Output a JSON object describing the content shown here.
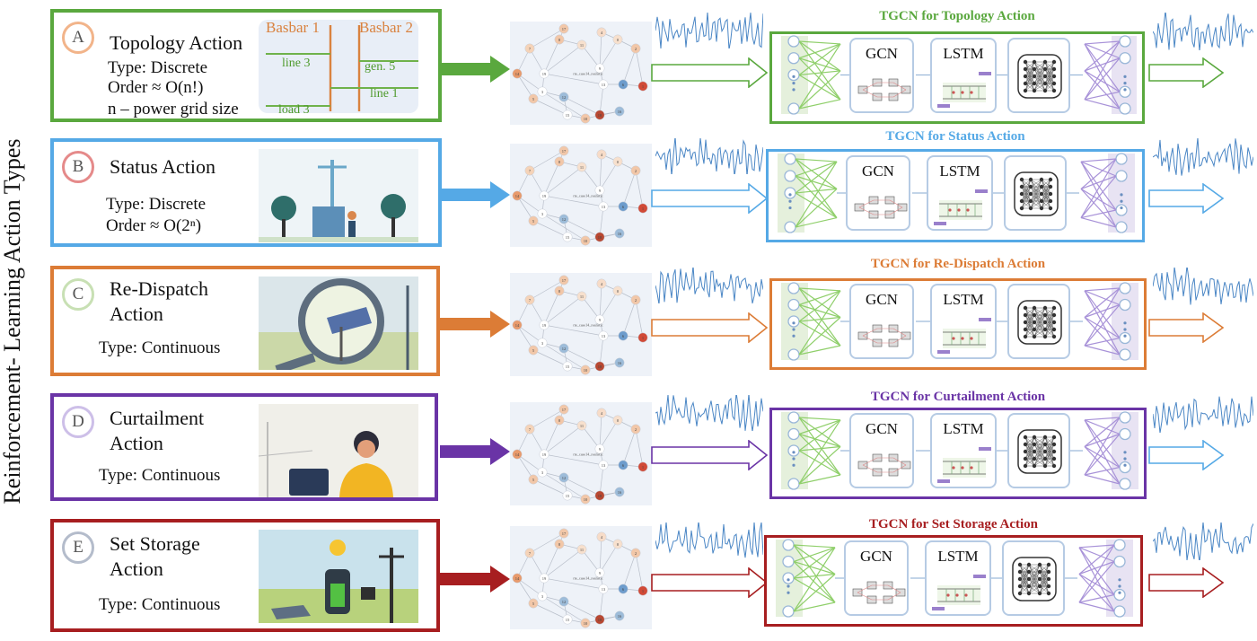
{
  "side_title": "Reinforcement- Learning Action Types",
  "modules": {
    "gcn": "GCN",
    "lstm": "LSTM"
  },
  "net_label": "rte_case14_realistic",
  "net_nodes": [
    "17",
    "8",
    "4",
    "7",
    "11",
    "0",
    "2",
    "14",
    "19",
    "9",
    "1",
    "6",
    "13",
    "5",
    "3",
    "12",
    "15",
    "10",
    "18",
    "16"
  ],
  "rows": [
    {
      "letter": "A",
      "title_lines": [
        "Topology Action"
      ],
      "desc_lines": [
        "Type: Discrete",
        "Order ≈ O(n!)",
        "n – power grid size"
      ],
      "tgcn_title": "TGCN for Topology Action",
      "color": "#5aa83e",
      "badge_color": "#f2b48a",
      "diagram": {
        "busbar1": "Basbar 1",
        "busbar2": "Basbar 2",
        "line3": "line 3",
        "gen5": "gen. 5",
        "line1": "line 1",
        "load3": "load 3"
      }
    },
    {
      "letter": "B",
      "title_lines": [
        "Status Action"
      ],
      "desc_lines": [
        "Type: Discrete",
        "Order ≈ O(2ⁿ)"
      ],
      "tgcn_title": "TGCN for Status Action",
      "color": "#55a9e6",
      "badge_color": "#e58a8a"
    },
    {
      "letter": "C",
      "title_lines": [
        "Re-Dispatch",
        "Action"
      ],
      "desc_lines": [
        "Type: Continuous"
      ],
      "tgcn_title": "TGCN for Re-Dispatch Action",
      "color": "#dc7c36",
      "badge_color": "#c8e0b4"
    },
    {
      "letter": "D",
      "title_lines": [
        "Curtailment",
        "Action"
      ],
      "desc_lines": [
        "Type: Continuous"
      ],
      "tgcn_title": "TGCN for Curtailment Action",
      "color": "#6a34a6",
      "badge_color": "#cdbfe8"
    },
    {
      "letter": "E",
      "title_lines": [
        "Set Storage",
        "Action"
      ],
      "desc_lines": [
        "Type: Continuous"
      ],
      "tgcn_title": "TGCN for Set Storage Action",
      "color": "#a71e20",
      "badge_color": "#b4bccb"
    }
  ]
}
